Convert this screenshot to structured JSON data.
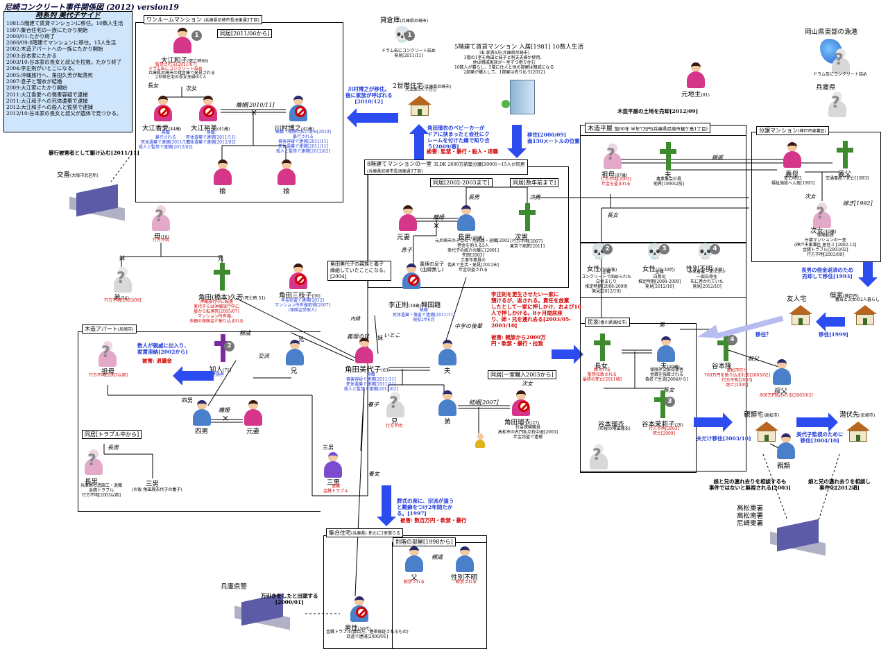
{
  "title": "尼崎コンクリート事件関係図 (2012) version19",
  "timeline": {
    "heading": "時系列 美代子サイド",
    "items": [
      "1981:5階建て賃貸マンションに移住。10数人生活",
      "1997:集合住宅の一族にたかり開始",
      "2000/01:たかり終了",
      "2000/09:8階建てマンションに移住。15人生活",
      "2002:木造アパートへの一族にたかり開始",
      "2003:谷本家にたかる",
      "2003/10:谷本家の長女と叔父を拉致。たかり終了",
      "2004:李正則がいとこになる。",
      "2005:沖縄旅行へ、角田久芳が転落死",
      "2007:息子と瑠衣が結婚",
      "2009:大江家にたかり開始",
      "2011:大江香愛への傷害容疑で逮捕",
      "2011:大江和子への死体遺棄で逮捕",
      "2012:大江和子への殺人と監禁で逮捕",
      "2012/10:谷本家の長女と叔父が遺体で見つかる。"
    ]
  },
  "places": {
    "oneroom": "ワンルームマンション",
    "oneroom_sub": "(兵庫県尼崎市長洲東通3丁目)",
    "cohabit_2011": "同居[2011/06から]",
    "warehouse": "貸倉庫",
    "warehouse_sub": "(兵庫県尼崎市)",
    "warehouse_note": "ドラム缶にコンクリート詰め\n発見[2011/11]",
    "mansion5": "5階建て賃貸マンション 入居[1981] 10数人生活",
    "mansion5_note": "3K 家賃6万(兵庫県尼崎市)\n3階の1室を角田と妹子と利夫夫婦が使用、\n他は親戚家族が一室ずつ借り住む\n10数人が暮らし、5階に住人と他の部屋は親戚になる\n2部屋が購入して、1部屋は売り払う[2012]",
    "nisetai": "2世帯住宅",
    "nisetai_sub": "(兵庫県尼崎市)",
    "nisetai_note": "大江家5人で住む",
    "mansion8": "8階建てマンションの一室",
    "mansion8_sub": "(兵庫県尼崎市長洲東通3丁目)",
    "mansion8_note": "3LDK 2600万新築分譲[2000]〜15人が同居",
    "okayama": "岡山県東部の漁港",
    "okayama_note": "ドラム缶にコンクリート詰め",
    "hyogo": "兵庫県",
    "kibira": "木造平屋",
    "kibira_sub": "築60年 半年7万円(兵庫県尼崎市梶ケ島1丁目)",
    "bunjo": "分譲マンション",
    "bunjo_sub": "(神戸市東灘区)",
    "apart": "木造アパート",
    "apart_sub": "(尼崎市)",
    "minka": "民家",
    "minka_sub": "(香川県高松市)",
    "shugo": "集合住宅",
    "shugo_sub": "(兵庫県)",
    "shugo_sub2": "新たに1室借りる",
    "betsu": "別階の部屋[1998から]",
    "yujin": "友人宅",
    "shakuya": "借家",
    "shakuya_sub": "(神戸市)",
    "shakuya_note": "義母と次女の2人暮らし",
    "shinrui": "親類宅",
    "shinrui_sub": "(高松市)",
    "senpuku": "潜伏先",
    "senpuku_sub": "(尼崎市)",
    "koban": "交番",
    "koban_sub": "(大阪市北区所)",
    "police_kagawa": "高松東署\n高松南署\n尼崎東署",
    "police_hyogo": "兵庫県警"
  },
  "people": {
    "oe_kazuko": "大江和子",
    "oe_kazuko_age": "(死亡時66)",
    "oe_kazuko_note": "監禁される[2011/07]",
    "oe_kazuko_note2": "ドラム缶にコンクリート詰め",
    "oe_kazuko_note3": "兵庫県尼崎市の貸倉庫で発見される",
    "oe_kazuko_note4": "2世帯住宅の長女夫婦の1人",
    "oe_kae": "大江香愛",
    "oe_kae_age": "(44歳)",
    "oe_yumi": "大江裕美",
    "oe_yumi_age": "(41歳)",
    "kawamura": "川村博之",
    "kawamura_age": "(42歳)",
    "musume1": "娘",
    "musume2": "娘",
    "haha": "母",
    "haha_age": "(10)",
    "haha_note": "行方不明",
    "otouto": "弟",
    "otouto_age": "(54)",
    "otouto_note": "行方不明[2003/09]",
    "sumida_hisayoshi": "角田(橋本)久芳",
    "sumida_hisayoshi_age": "(死亡時 51)",
    "sumida_mieko2": "角田三枝子",
    "sumida_mieko2_age": "(59)",
    "chijin": "知人",
    "chijin_age": "(71)",
    "ani": "兄",
    "mieko": "角田美代子",
    "mieko_age": "(63)",
    "ri": "李正則",
    "ri_age": "(38歳)",
    "ri_note": "韓国籍",
    "motozuma": "元妻",
    "chonan": "長男",
    "chonan_age": "(49歳)",
    "jinan": "次男",
    "otto": "夫",
    "ani2": "兄",
    "otouto2": "弟",
    "sumida_rui": "角田瑠衣",
    "sumida_rui_age": "(27)",
    "sonan": "三男",
    "sonan2": "三男",
    "sonan2_note": "(の後 角田瑠衣代子の養子)",
    "shinan": "四男",
    "motozuma2": "元妻",
    "chonan2": "長男",
    "sobo": "祖母",
    "chichi": "父",
    "seibetsu_fumei": "性別不明",
    "dansei": "男性",
    "dansei_age": "(50代)",
    "motojinushi": "元地主",
    "motojinushi_age": "(81)",
    "sobo2": "祖母",
    "sobo2_age": "(87歳)",
    "otto2": "夫",
    "gibo": "義母",
    "gifu": "義父",
    "jijo": "次女",
    "jijo_age": "(40歳)",
    "josei1": "女性",
    "josei1_age": "(70前後)",
    "josei2": "女性",
    "josei2_age": "(20-30代)",
    "fumei": "性別不明",
    "chojo": "長女",
    "otto3": "夫",
    "otto3_age": "(50歳)",
    "tanimoto_rui": "谷本瑠衣",
    "tanimoto_marie": "谷本茉莉子",
    "tanimoto_marie_age": "(29)",
    "tanimoto_ryu": "谷本隆",
    "oji": "叔父",
    "shinrui_p": "親類"
  },
  "relations": {
    "chojo_lbl": "長女",
    "jijo_lbl": "次女",
    "rikon_2010": "離婚[2010/11]",
    "rikon": "離婚",
    "rikon2": "離婚",
    "kyodai": "兄",
    "imoto": "妹",
    "itoko": "いとこ",
    "yoshi": "養子",
    "gibonoani": "義理の兄",
    "gibonomusuko": "義理の息子\n(血縁無し)",
    "naien": "内縁",
    "koryu": "交流",
    "sotochan": "中学の後輩",
    "kekkon_2007": "結婚[2007]",
    "dokyo_2002": "同居[2002-2003まで]",
    "dokyo_sunen": "同居[数年前まで]",
    "dokyo_2003": "同居[一室購入2003から]",
    "dokyo_trouble": "同居[トラブル中から]",
    "shinzoku": "親戚",
    "otto_lbl": "夫",
    "yojo": "養女",
    "yometomo": "嫁ぎ",
    "yosei": "養女"
  },
  "notes": {
    "kawamura_moved": "川村博之が移住。\n後に家族が呼ばれる\n[2010/12]",
    "sumida_baby": "角田瑠衣のベビーカーが\nドアに挟まったと会社にク\nレームを付けた縁で知り合\nう[2009/春]",
    "higai_1": "被害: 監禁・暴行・殺人・退職",
    "iju_2000": "移住[2000/09]\n南150メートルの位置",
    "kibira_sold": "木造平屋の土地を売却[2012/09]",
    "assault_police": "暴行被害者として駆け込む[2011/11]",
    "ri_adopt": "角田美代子の親族と養子\n縁組していたことになる。\n[2004]",
    "chijin_move": "数人が親戚に出入り、\n家賃滞納[2002から]",
    "higai_taishoku": "被害: 退職金",
    "tanimoto_steal": "李正則を更生させたい一家に\n預けるが、返される。責任を放棄\nしたとして一家に押しかけ、および10\n人で押しかける。8ヶ月間居座\nり、姉・兄を連れ去る[2003/05-\n2003/10]",
    "higai_2000": "被害: 親族から2000万\n円・軟禁・暴行・拉致",
    "kanji_iju": "長男の借金返済のため\n売却して移住[1993]",
    "iju_q": "移住？",
    "iju_1999": "移住[1999]",
    "otto_only": "夫だけ移住[2003/10]",
    "mieko_watch": "美代子監視のために\n移住[2004/10]",
    "shugo_note": "葬式の席に、宗派が違う\nと難癖をつけ2年間たか\nる。[1997]",
    "higai_shugo": "被害: 数百万円・軟禁・暴行",
    "police_note1": "娘と兄の連れ去りを相談するも\n事件ではないと無視される[2003]",
    "police_note2": "娘と兄の連れ去りを相談し\n事件化[2012頃]",
    "police_hyogo_note": "万引きをしたと出頭する\n[2000/01]",
    "relocate": "同居[数年前まで]"
  },
  "details": {
    "oe_kae_d": "無職\n暴行される\n死体遺棄で逮捕[2011/11]\n殺人と監禁で逮捕[2012/02]",
    "oe_yumi_d": "無職\n死体遺棄で逮捕[2011/11]\n死体遺棄で逮捕[2012/02]",
    "kawamura_d": "無職（保険の払い済み[2010]\n暴行される\n傷害容疑で逮捕[2011/11]\n死体遺棄で逮捕[2011/11]\n殺人と監禁で逮捕[2012/02]",
    "hisayoshi_d": "沖縄旅行中に転落\n美代子らは沖縄旅行中に\n崖から転落死[2005/07]\nマンション所有権、\n多額の保険金が振り込まれる",
    "mieko2_d": "年金窃盗で逮捕[2012]\nマンション所有権取得[2007]\n(保険金受取人)",
    "mieko_d": "無職\n傷害容疑で逮捕[2011/11]\n死体遺棄で逮捕[2011/11]\n殺人と監禁で逮捕[2012/02]",
    "ri_d": "無職\n死体遺棄・傷害で逮捕[2011/11]\n現役2年6月",
    "chonan_d": "元尼崎市の子会社・用務員・退職[2002]\n借金を抱える5人\n美代子の紹介の職に[2001]\n失踪[2003]\n工事作業員の\n偽名で生活・発見[2012末]\n年金窃盗される",
    "jinan_d": "行方不明[2007]\n東京で病死[2011]",
    "rui_d": "社会保険職員\n高松市の名門私立校中退[2003]\n年金窃盗で逮捕",
    "sobo_apart_d": "行方不明[2003以前]",
    "chijin_d": "逮捕者",
    "chonan2_d": "兵庫県の造園工・退職\n金銭トラブル\n行方不明[2003以前]",
    "sonan_d": "退職\n金銭トラブル",
    "chichi_d": "軟禁される",
    "fumei_d": "軟禁される",
    "dansei_d": "金銭トラブル(数百万、連帯保証されるもの)\n窃盗で逮捕[2000/01]",
    "sobo2_d": "行方不明[2003]\n年金を盗まれる",
    "otto2_d": "農業兼会社員\n他界[1990以前]",
    "gibo_d": "死亡時62\n福祉施設へ入居[1993]",
    "gifu_d": "交通事故で死亡[1993]",
    "jijo_d": "保険勧誘\n分譲マンションの一室\n(神戸市東灘区 居住.1 [2002-12]\n金銭トラブル[2003/02]\n行方不明[2003/09]",
    "josei1_d": "全裸\nコンクリートで固められた\n白骨まじり\n推定時期[2008-2009]\n発見[2012/10]",
    "josei2_d": "全裸\n白骨化\n推定時期[2008-2009]\n発見[2012/10]",
    "fumei_d2": "上半身裸・半ズボン\n一部白骨化\n布に巻かれていた\n発見[2012/10]",
    "chojo_d": "殴られる\n監禁拉致される\n最終の死亡[2011頃]",
    "otto3_d": "保険外交部長業者\n金銭を強奪される\n偽名で生活[2004から]",
    "tanimoto_marie_d": "行方不明[2003]\n死亡[2009]",
    "tanimoto_ryu_d": "高松市在住\n700万円を振り込まれる[2003/02]\n行方不明[2003]\n死亡[2009]",
    "oji_d": "800万円払われる[2003/02]",
    "tanimoto_rui_d": "(の後の角田瑠衣)"
  }
}
